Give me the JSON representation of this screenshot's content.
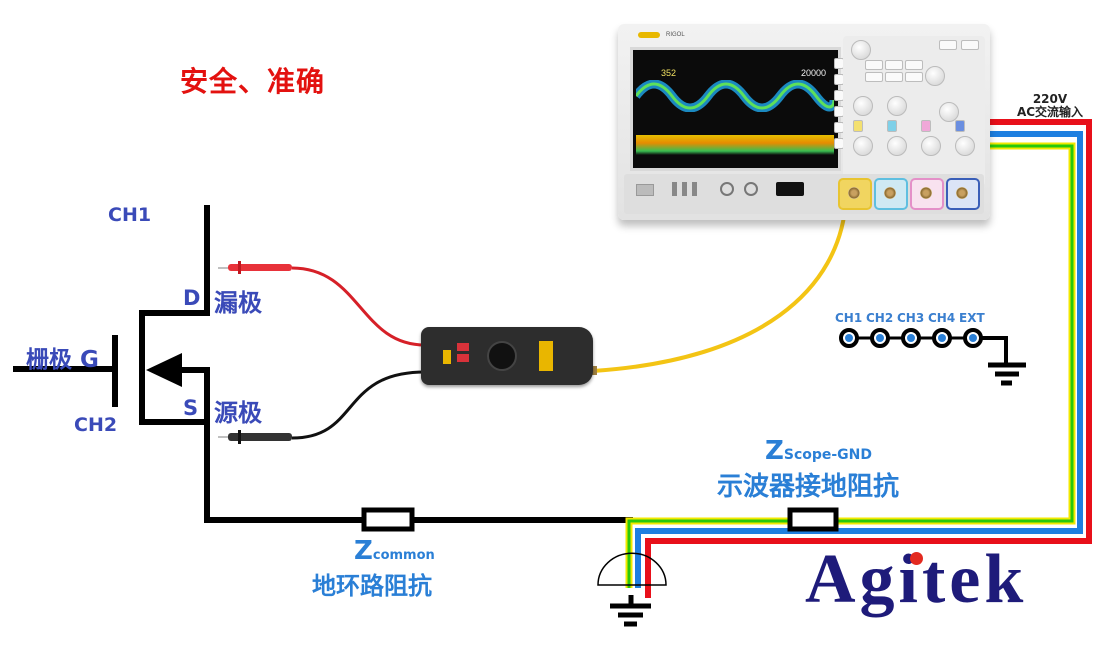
{
  "title": "安全、准确",
  "mosfet": {
    "ch1_label": "CH1",
    "ch2_label": "CH2",
    "drain_letter": "D",
    "drain_label": "漏极",
    "source_letter": "S",
    "source_label": "源极",
    "gate_label": "栅极 G"
  },
  "impedances": {
    "common_symbol": "Z",
    "common_sub": "common",
    "common_text": "地环路阻抗",
    "scope_symbol": "Z",
    "scope_sub": "Scope-GND",
    "scope_text": "示波器接地阻抗"
  },
  "power": {
    "voltage": "220V",
    "text": "AC交流输入"
  },
  "channels": [
    "CH1",
    "CH2",
    "CH3",
    "CH4",
    "EXT"
  ],
  "oscilloscope": {
    "brand": "RIGOL",
    "display_value_left": "352",
    "display_value_right": "20000"
  },
  "logo": "Agitek",
  "colors": {
    "title_red": "#e3110f",
    "label_blue": "#3a4ab8",
    "impedance_blue": "#2a7fd6",
    "wire_red": "#e8101a",
    "wire_blue": "#1e7fe0",
    "wire_green": "#28c80a",
    "wire_yellow": "#f2e800",
    "probe_cable": "#f3c414",
    "logo_navy": "#1e1b7a"
  }
}
